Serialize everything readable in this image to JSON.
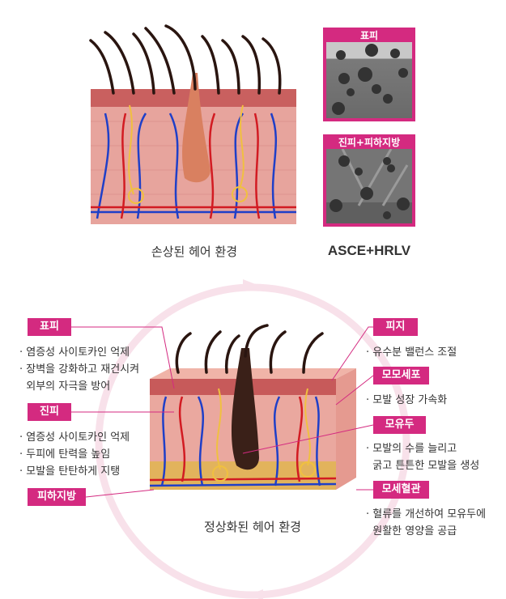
{
  "top": {
    "damaged_caption": "손상된 헤어 환경",
    "treated_caption": "ASCE+HRLV",
    "panels": [
      {
        "title": "표피"
      },
      {
        "title": "진피+피하지방"
      }
    ]
  },
  "bottom": {
    "caption": "정상화된 헤어 환경",
    "left": [
      {
        "tag": "표피",
        "bullets": [
          "· 염증성 사이토카인 억제",
          "· 장벽을 강화하고 재건시켜",
          "  외부의 자극을 방어"
        ]
      },
      {
        "tag": "진피",
        "bullets": [
          "· 염증성 사이토카인 억제",
          "· 두피에 탄력을 높임",
          "· 모발을 탄탄하게 지탱"
        ]
      },
      {
        "tag": "피하지방",
        "bullets": []
      }
    ],
    "right": [
      {
        "tag": "피지",
        "bullets": [
          "· 유수분 밸런스 조절"
        ]
      },
      {
        "tag": "모모세포",
        "bullets": [
          "· 모발 성장 가속화"
        ]
      },
      {
        "tag": "모유두",
        "bullets": [
          "· 모발의 수를 늘리고",
          "  굵고 튼튼한 모발을 생성"
        ]
      },
      {
        "tag": "모세혈관",
        "bullets": [
          "· 혈류를 개선하여 모유두에",
          "  원활한 영양을 공급"
        ]
      }
    ]
  },
  "colors": {
    "accent": "#d42a80",
    "ring": "#f6dbe6"
  }
}
